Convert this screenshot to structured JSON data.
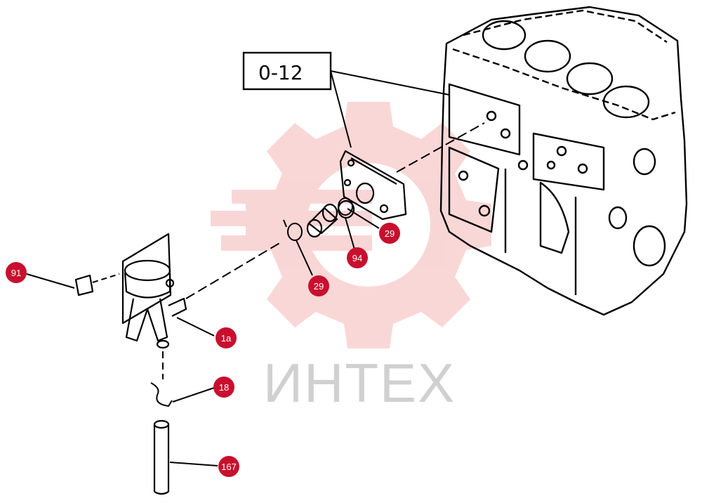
{
  "diagram": {
    "reference_box": {
      "label": "0-12"
    },
    "watermark": {
      "text": "ИНТЕХ",
      "color": "#e84a4a"
    },
    "callout_color": "#c8102e",
    "callouts": [
      {
        "id": "91",
        "label": "91"
      },
      {
        "id": "1a",
        "label": "1a"
      },
      {
        "id": "18",
        "label": "18"
      },
      {
        "id": "167",
        "label": "167"
      },
      {
        "id": "29-upper",
        "label": "29"
      },
      {
        "id": "29-lower",
        "label": "29"
      },
      {
        "id": "94",
        "label": "94"
      }
    ]
  }
}
